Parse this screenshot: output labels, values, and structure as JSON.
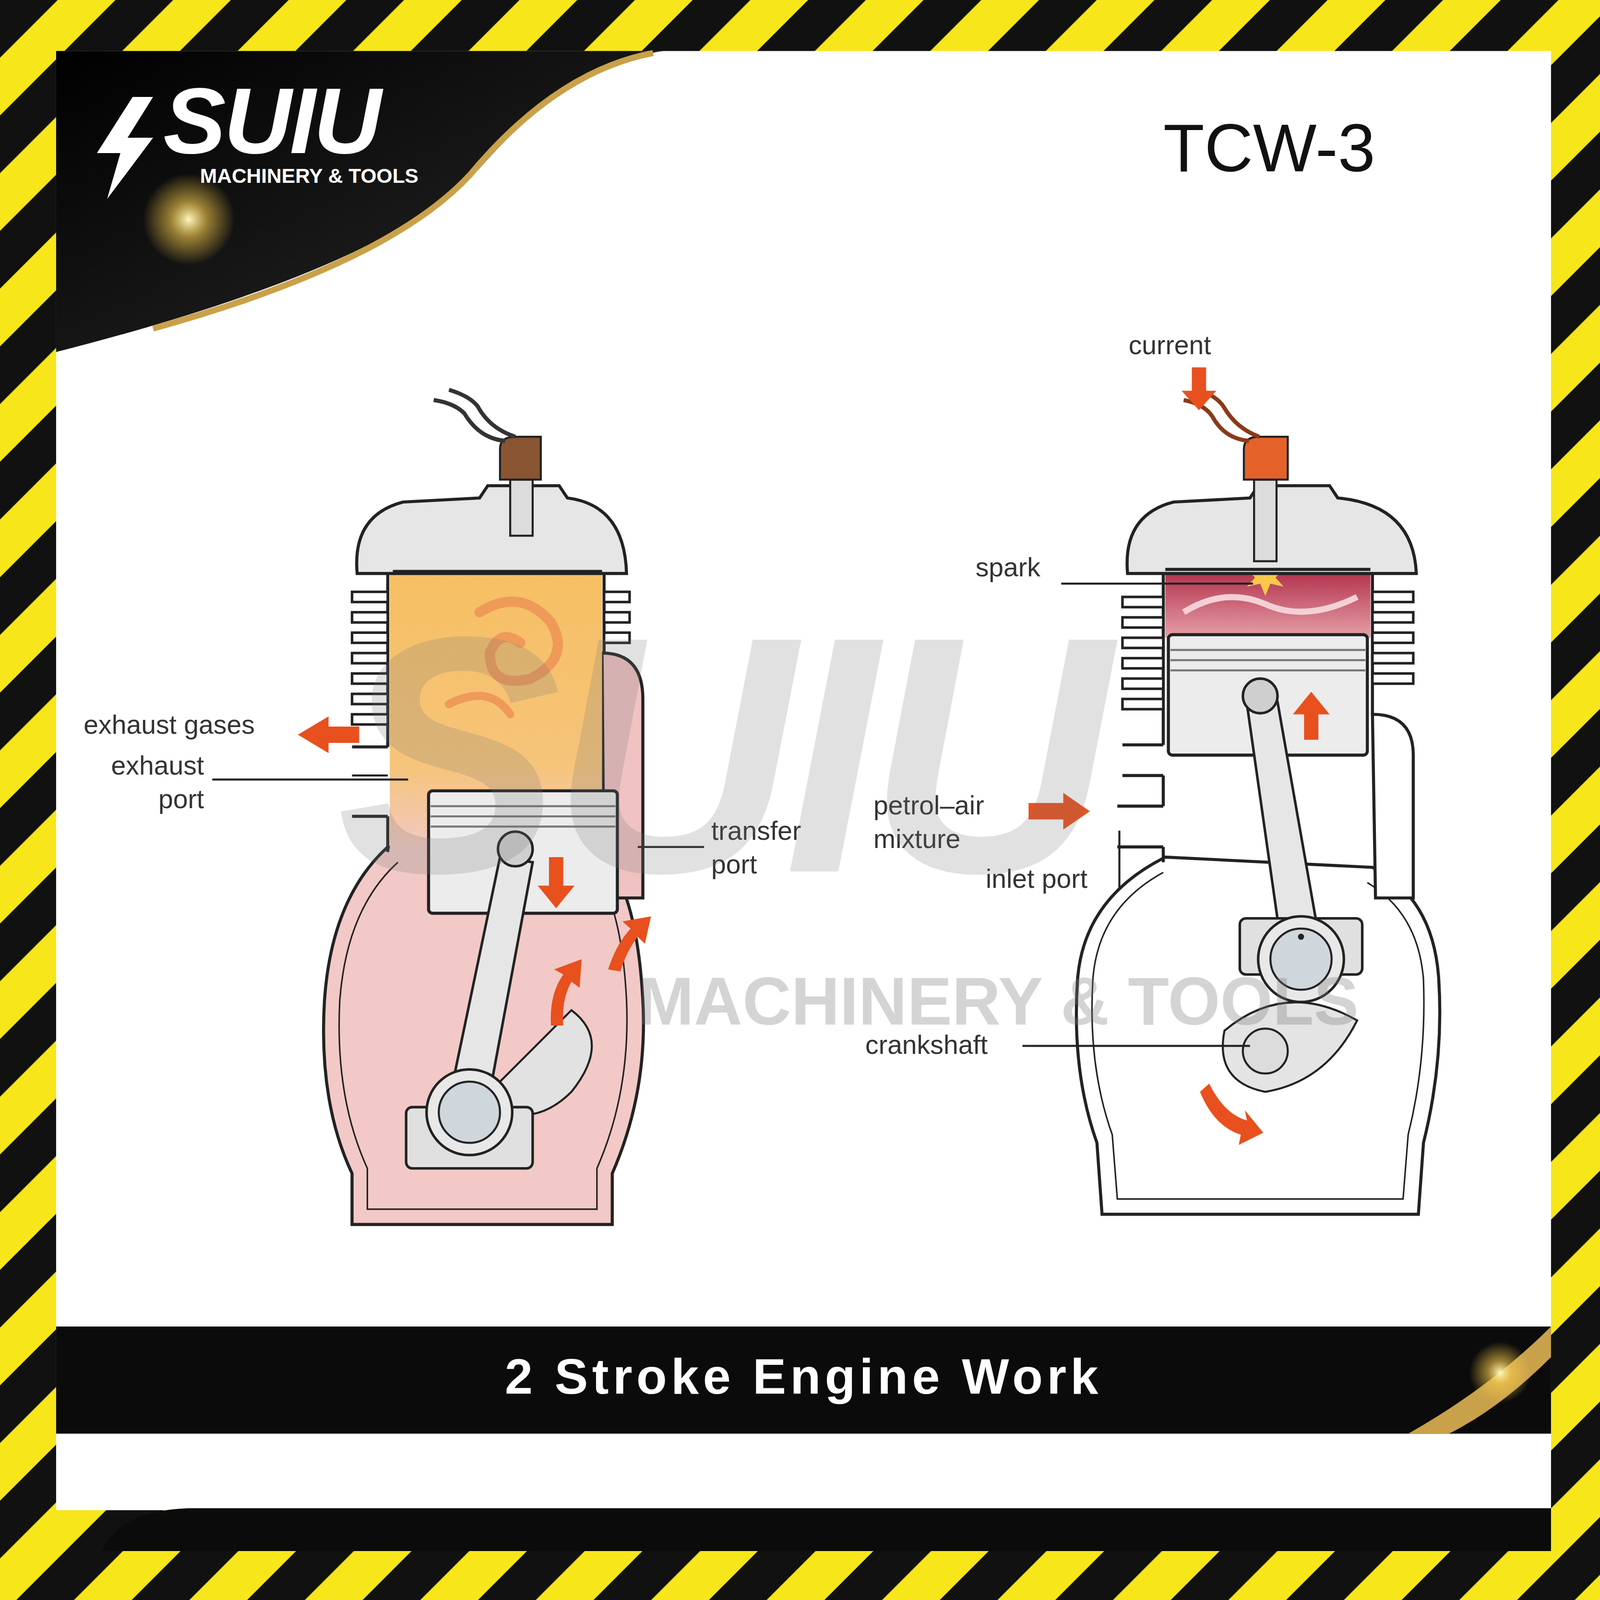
{
  "diagram": {
    "title": "2 Stroke Engine Work",
    "labels": [
      "SUIU",
      "MACHINERY & TOOLS",
      "TCW-3",
      "current",
      "spark",
      "exhaust gases",
      "exhaust port",
      "transfer port",
      "petrol–air mixture",
      "inlet port",
      "crankshaft",
      "SUIU",
      "MACHINERY & TOOLS"
    ]
  }
}
